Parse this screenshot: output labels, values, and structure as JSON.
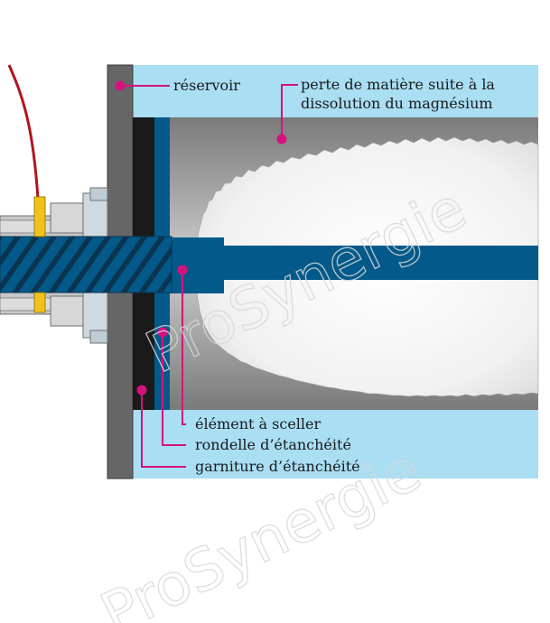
{
  "labels": {
    "reservoir": "réservoir",
    "loss_line1": "perte de matière suite à la",
    "loss_line2": "dissolution du magnésium",
    "element": "élément à sceller",
    "washer": "rondelle d’étanchéité",
    "gasket": "garniture d’étanchéité"
  },
  "watermarks": {
    "top": "ProSynergie",
    "bottom": "ProSynergie"
  },
  "colors": {
    "tank_water": "#a9def3",
    "tank_wall": "#666666",
    "gasket": "#1a1a1a",
    "rod": "#035a8a",
    "anode_grey": "#8c8c8c",
    "leader": "#d6127e",
    "cable": "#b3141b"
  }
}
